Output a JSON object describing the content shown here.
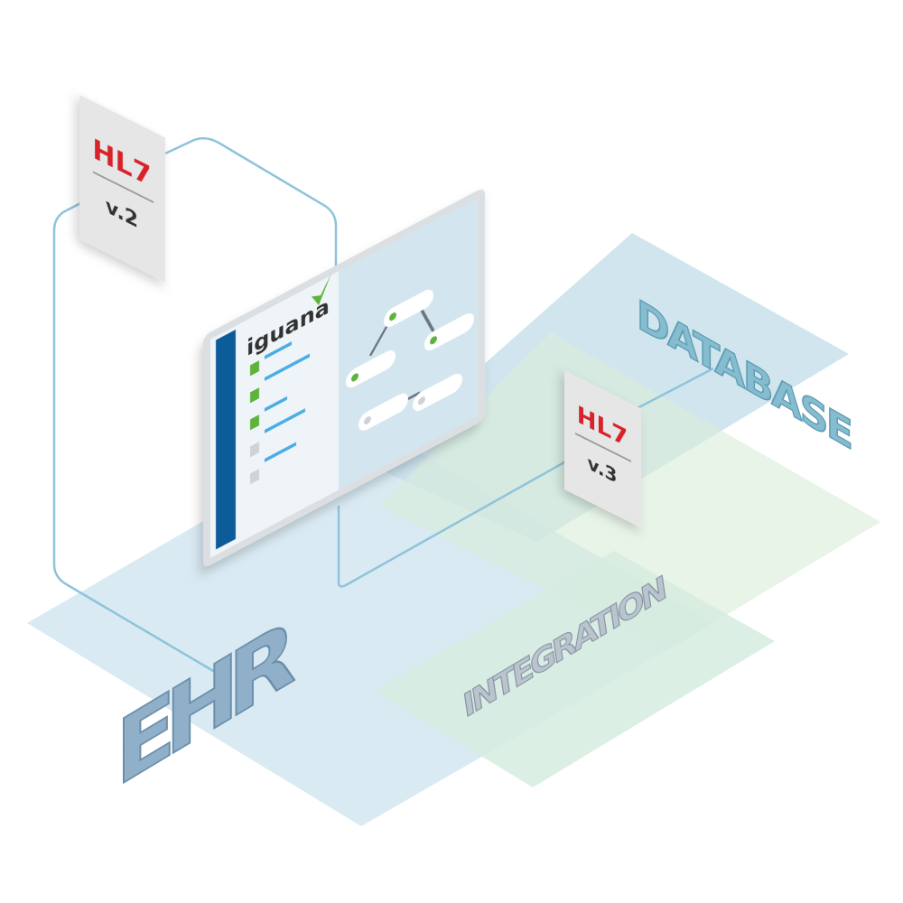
{
  "labels": {
    "ehr": "EHR",
    "database": "DATABASE",
    "integration": "INTEGRATION"
  },
  "cards": [
    {
      "title": "HL7",
      "version": "v.2"
    },
    {
      "title": "HL7",
      "version": "v.3"
    }
  ],
  "monitor": {
    "logo": "iguana",
    "list_items": [
      {
        "status": "green"
      },
      {
        "status": "green"
      },
      {
        "status": "green"
      },
      {
        "status": "gray"
      },
      {
        "status": "gray"
      }
    ]
  },
  "colors": {
    "hl7_red": "#d7202b",
    "sidebar_blue": "#0a5b9a",
    "accent_green": "#5db33a",
    "line_blue": "#8fc3dc",
    "list_line": "#4aaee6"
  }
}
